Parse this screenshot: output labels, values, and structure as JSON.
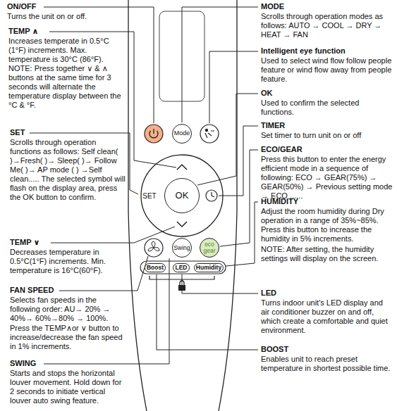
{
  "diagram": {
    "nodes": [
      {
        "text": [
          "Mode"
        ]
      },
      {
        "text": [
          "OK"
        ]
      },
      {
        "text": [
          "Swing"
        ]
      },
      {
        "text": [
          "eco gear"
        ]
      },
      {
        "text": [
          "Boost"
        ]
      },
      {
        "text": [
          "LED"
        ]
      },
      {
        "text": [
          "Humidity"
        ]
      }
    ],
    "labels": [
      "ON/OFF",
      "Turns the unit on or off.",
      "TEMP ∧",
      "Increases temperate in 0.5°C (1°F) increments. Max. temperature is 30°C (86°F). NOTE: Press together ∨ & ∧ buttons at the same time for 3 seconds will alternate the temperature display between the °C & °F.",
      "SET",
      "Scrolls through operation functions as follows: Self clean( )→Fresh( )→ Sleep( )→ Follow Me( )→ AP mode ( ) →Self clean..... The selected symbol will flash on the display area, press the OK button to confirm.",
      "TEMP ∨",
      "Decreases temperature in 0.5°C(1°F) increments. Min. temperature is 16°C(60°F).",
      "FAN SPEED",
      "Selects fan speeds in the following order: AU→ 20% → 40%→ 60%→80% → 100%.",
      "Press the TEMP∧or ∨ button to increase/decrease the fan speed in 1% increments.",
      "SWING",
      "Starts and stops the horizontal louver movement. Hold down for 2 seconds to initiate vertical louver auto swing feature.",
      "MODE",
      "Scrolls through operation modes as follows: AUTO → COOL → DRY → HEAT → FAN",
      "Intelligent eye function",
      "Used to select wind flow follow people feature or wind flow away from people feature.",
      "OK",
      "Used to confirm the selected functions.",
      "TIMER",
      "Set timer to turn unit on or off",
      "ECO/GEAR",
      "Press this button to enter the energy efficient mode in a sequence of following: ECO → GEAR(75%) → GEAR(50%) → Previous setting mode → ECO ......",
      "HUMIDITY",
      "Adjust the room humidity during Dry operation in a range of 35%~85%. Press this button to increase the humidity in 5% increments.",
      "NOTE: After setting, the humidity settings will display on the screen.",
      "LED",
      "Turns indoor unit's LED display and air conditioner buzzer on and off, which create a comfortable and quiet environment.",
      "BOOST",
      "Enables unit to reach preset temperature in shortest possible time.",
      "SET"
    ]
  }
}
